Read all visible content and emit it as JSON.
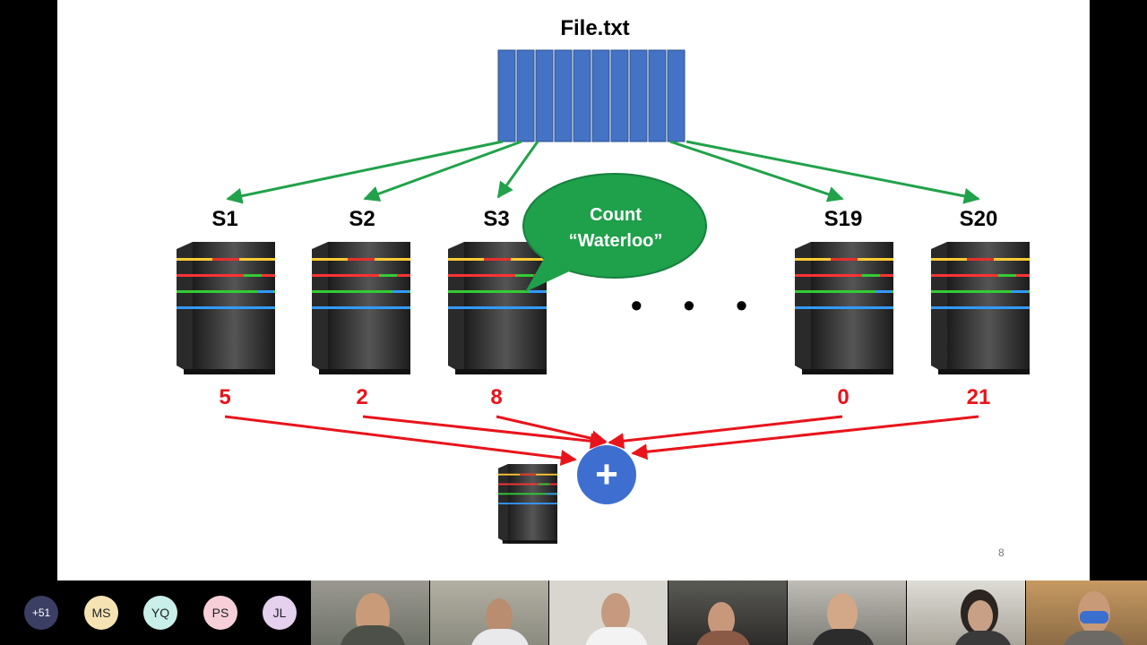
{
  "slide": {
    "file_title": "File.txt",
    "servers": [
      {
        "label": "S1",
        "count": "5"
      },
      {
        "label": "S2",
        "count": "2"
      },
      {
        "label": "S3",
        "count": "8"
      },
      {
        "label": "S19",
        "count": "0"
      },
      {
        "label": "S20",
        "count": "21"
      }
    ],
    "bubble": {
      "line1": "Count",
      "line2": "“Waterloo”"
    },
    "ellipsis": "• • •",
    "plus_symbol": "+",
    "slide_number": "8",
    "colors": {
      "file_block": "#4472C4",
      "down_arrow": "#21A24A",
      "up_arrow": "#E8141B",
      "bubble": "#1FA04A",
      "plus_circle": "#3E6FD0"
    }
  },
  "participants": {
    "more_label": "+51",
    "avatars": [
      {
        "initials": "MS",
        "color": "#F6E3B4"
      },
      {
        "initials": "YQ",
        "color": "#C9EFEA"
      },
      {
        "initials": "PS",
        "color": "#F6CFD9"
      },
      {
        "initials": "JL",
        "color": "#E5D0EE"
      }
    ]
  }
}
